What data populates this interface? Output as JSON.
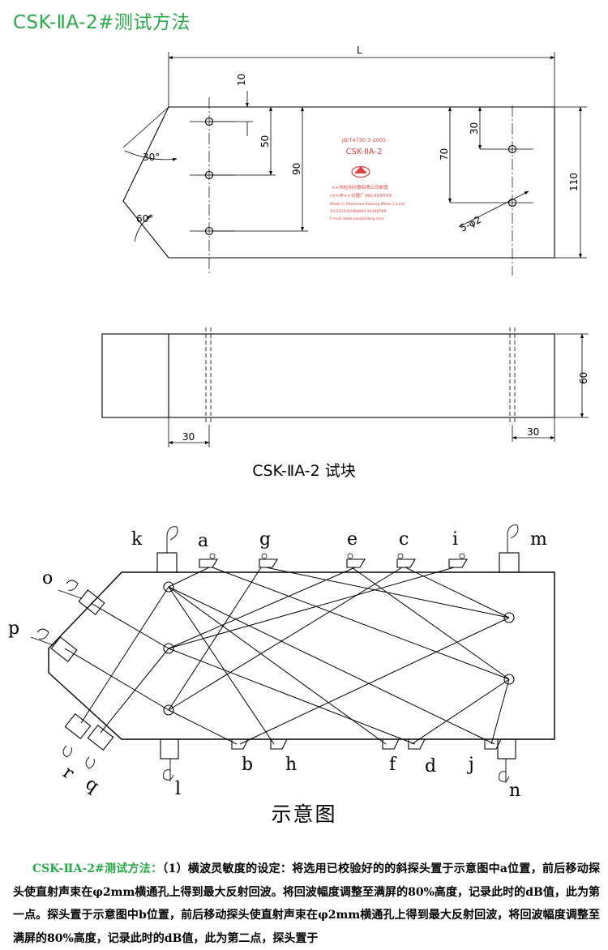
{
  "page": {
    "title": "CSK-ⅡA-2#测试方法",
    "colors": {
      "title_green": "#2aa84a",
      "stamp_red": "#e04040"
    }
  },
  "block_drawing": {
    "dimensions": {
      "L": "L",
      "d10": "10",
      "d50": "50",
      "d90": "90",
      "d30_right": "30",
      "d70": "70",
      "d110": "110",
      "d60": "60",
      "d30_bottom_left": "30",
      "d30_bottom_right": "30",
      "angle30": "30°",
      "angle60": "60°",
      "holes": "5-φ2"
    },
    "stamp_lines": [
      "JB/T4730.3-2005",
      "CSK-IIA-2",
      "××市检测仪器有限公司制造",
      "(××市××仪器厂)No.XXXXXX",
      "Made in Shenzhen Kaitong Meter Co.Ltd.",
      "Tel:0513-83388099 83398789",
      "E-mail:www.yaojianfang.com"
    ],
    "caption": "CSK-ⅡA-2 试块"
  },
  "schematic": {
    "labels": {
      "k": "k",
      "a": "a",
      "g": "g",
      "e": "e",
      "c": "c",
      "i": "i",
      "m": "m",
      "o": "o",
      "p": "p",
      "b": "b",
      "h": "h",
      "f": "f",
      "d": "d",
      "j": "j",
      "l": "l",
      "n": "n",
      "r": "r",
      "q": "q"
    },
    "caption": "示意图"
  },
  "instructions": {
    "heading": "CSK-ⅡA-2#测试方法：",
    "body": "（1）横波灵敏度的设定：将选用已校验好的的斜探头置于示意图中a位置，前后移动探头使直射声束在φ2mm横通孔上得到最大反射回波。将回波幅度调整至满屏的80%高度，记录此时的dB值，此为第一点。探头置于示意图中b位置，前后移动探头使直射声束在φ2mm横通孔上得到最大反射回波，将回波幅度调整至满屏的80%高度，记录此时的dB值，此为第二点，探头置于"
  }
}
